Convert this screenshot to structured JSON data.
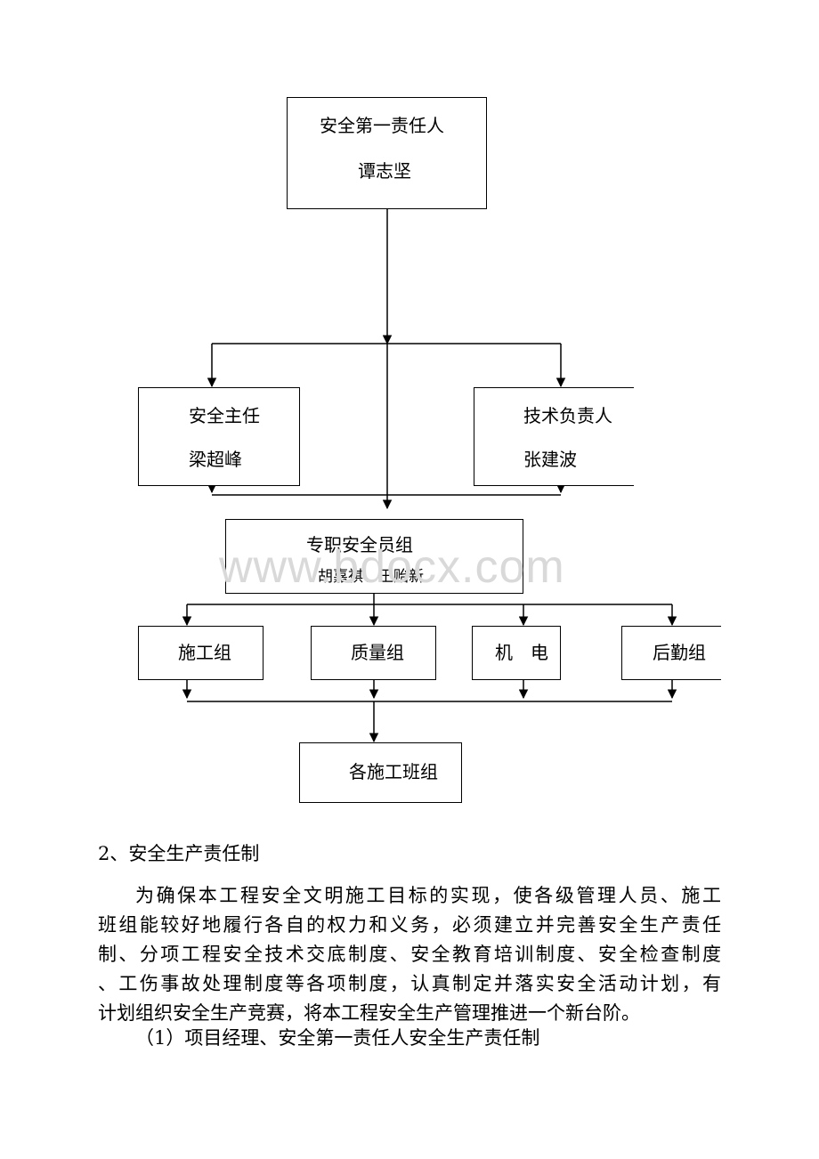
{
  "org_chart": {
    "top": {
      "title": "安全第一责任人",
      "name": "谭志坚"
    },
    "left": {
      "title": "安全主任",
      "name": "梁超峰"
    },
    "right": {
      "title": "技术负责人",
      "name": "张建波"
    },
    "middle": {
      "title": "专职安全员组",
      "names": "胡嘉祺、王贻新"
    },
    "groups": [
      "施工组",
      "质量组",
      "机　电",
      "后勤组"
    ],
    "bottom": "各施工班组"
  },
  "watermark": "www.bdocx.com",
  "section": {
    "heading": "2、安全生产责任制",
    "paragraph_lines": [
      "为确保本工程安全文明施工目标的实现，使各级管理人员、施工",
      "班组能较好地履行各自的权力和义务，必须建立并完善安全生产责任",
      "制、分项工程安全技术交底制度、安全教育培训制度、安全检查制度",
      "、工伤事故处理制度等各项制度，认真制定并落实安全活动计划，有",
      "计划组织安全生产竞赛，将本工程安全生产管理推进一个新台阶。"
    ],
    "subheading": "（1）项目经理、安全第一责任人安全生产责任制"
  }
}
